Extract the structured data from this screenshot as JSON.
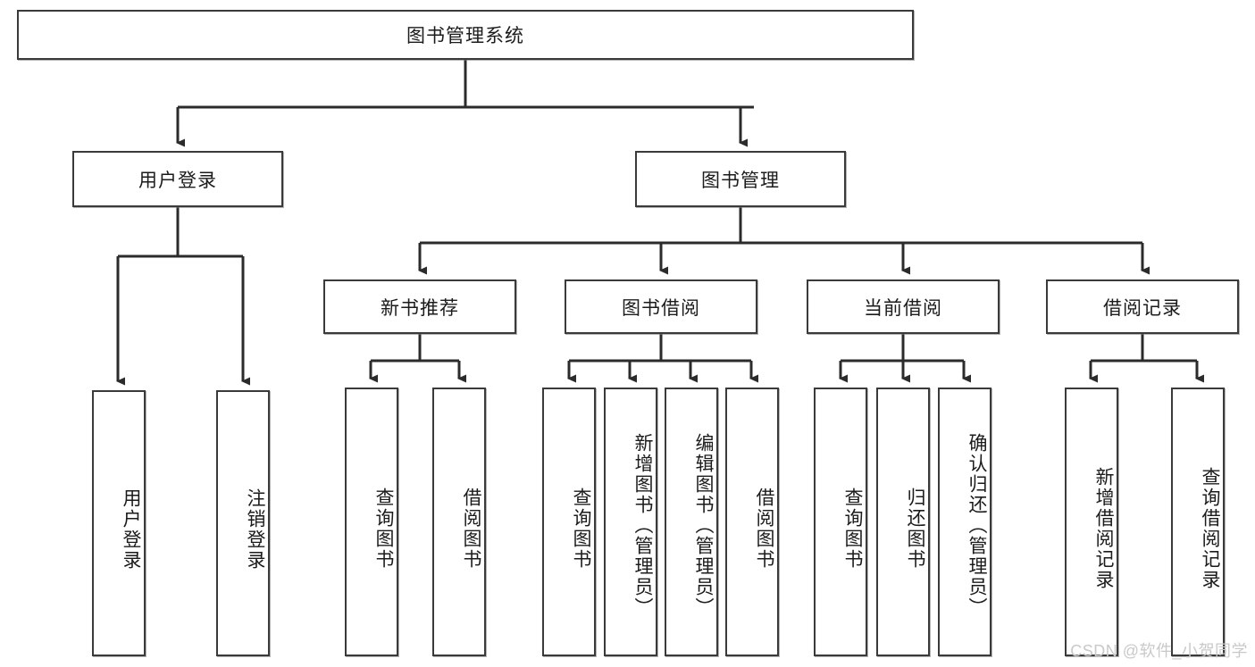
{
  "diagram": {
    "type": "tree-hierarchy-chart",
    "title_node": {
      "id": "root",
      "label": "图书管理系统"
    },
    "level1": [
      {
        "id": "user-login",
        "label": "用户登录"
      },
      {
        "id": "book-management",
        "label": "图书管理"
      }
    ],
    "level2": [
      {
        "id": "new-book-recommend",
        "label": "新书推荐",
        "parent": "book-management"
      },
      {
        "id": "book-borrow",
        "label": "图书借阅",
        "parent": "book-management"
      },
      {
        "id": "current-borrow",
        "label": "当前借阅",
        "parent": "book-management"
      },
      {
        "id": "borrow-record",
        "label": "借阅记录",
        "parent": "book-management"
      }
    ],
    "leaves": [
      {
        "id": "leaf-user-login",
        "label": "用户登录",
        "parent": "user-login"
      },
      {
        "id": "leaf-logout-login",
        "label": "注销登录",
        "parent": "user-login"
      },
      {
        "id": "leaf-query-book-1",
        "label": "查询图书",
        "parent": "new-book-recommend"
      },
      {
        "id": "leaf-borrow-book-1",
        "label": "借阅图书",
        "parent": "new-book-recommend"
      },
      {
        "id": "leaf-query-book-2",
        "label": "查询图书",
        "parent": "book-borrow"
      },
      {
        "id": "leaf-add-book",
        "label": "新增图书（管理员）",
        "parent": "book-borrow"
      },
      {
        "id": "leaf-edit-book",
        "label": "编辑图书（管理员）",
        "parent": "book-borrow"
      },
      {
        "id": "leaf-borrow-book-2",
        "label": "借阅图书",
        "parent": "book-borrow"
      },
      {
        "id": "leaf-query-book-3",
        "label": "查询图书",
        "parent": "current-borrow"
      },
      {
        "id": "leaf-return-book",
        "label": "归还图书",
        "parent": "current-borrow"
      },
      {
        "id": "leaf-confirm-return",
        "label": "确认归还（管理员）",
        "parent": "current-borrow"
      },
      {
        "id": "leaf-add-record",
        "label": "新增借阅记录",
        "parent": "borrow-record"
      },
      {
        "id": "leaf-query-record",
        "label": "查询借阅记录",
        "parent": "borrow-record"
      }
    ],
    "watermark": "CSDN @软件_小贺同学",
    "colors": {
      "stroke": "#3a3a3a",
      "fill": "#ffffff",
      "text": "#1b1b1b",
      "watermark": "#c9c9c9"
    }
  }
}
